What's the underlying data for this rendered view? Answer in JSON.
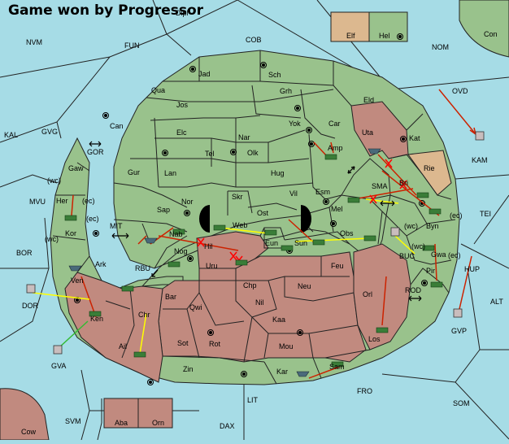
{
  "title": "Game won by Progressor",
  "colors": {
    "sea": "#a6dce6",
    "green_land": "#99c28c",
    "brown_land": "#c18a7f",
    "tan_land": "#dcb88f",
    "border": "#222222",
    "move_arrow": "#cc2200",
    "support_line": "#ffff00",
    "convoy_line": "#33bb33",
    "failed_mark": "#ff0000"
  },
  "map_labels": {
    "dipl": "Dipl",
    "nvm": "NVM",
    "fun": "FUN",
    "cob": "COB",
    "nom": "NOM",
    "con": "Con",
    "elf": "Elf",
    "hel": "Hel",
    "jad": "Jad",
    "sch": "Sch",
    "qua": "Qua",
    "jos": "Jos",
    "grh": "Grh",
    "eld": "Eld",
    "ovd": "OVD",
    "can": "Can",
    "elc": "Elc",
    "nar": "Nar",
    "yok": "Yok",
    "car": "Car",
    "uta": "Uta",
    "kat": "Kat",
    "kam": "KAM",
    "kal": "KAL",
    "gvg": "GVG",
    "gor": "GOR",
    "tel": "Tel",
    "olk": "Olk",
    "amp": "Amp",
    "rie": "Rie",
    "gur": "Gur",
    "lan": "Lan",
    "hug": "Hug",
    "gaw": "Gaw",
    "wc1": "(wc)",
    "ec1": "(ec)",
    "her": "Her",
    "mvu": "MVU",
    "nor": "Nor",
    "skr": "Skr",
    "vil": "Vil",
    "esm": "Esm",
    "sma": "SMA",
    "bri": "Bri",
    "sap": "Sap",
    "ost": "Ost",
    "mel": "Mel",
    "tei": "TEI",
    "ec2": "(ec)",
    "kor": "Kor",
    "mit": "MIT",
    "web": "Web",
    "byn": "Byn",
    "wc2": "(wc)",
    "ec3": "(ec)",
    "nab": "Nab",
    "eun": "Eun",
    "obs": "Obs",
    "wc3": "(wc)",
    "sun": "Sun",
    "bor": "BOR",
    "hil": "Hil",
    "nog": "Nog",
    "buc": "BUC",
    "wc4": "(wc)",
    "gwa": "Gwa",
    "ec4": "(ec)",
    "hup": "HUP",
    "ark": "Ark",
    "rbu": "RBU",
    "uru": "Uru",
    "feu": "Feu",
    "pir": "Pir",
    "ven": "Ven",
    "dor": "DOR",
    "chp": "Chp",
    "neu": "Neu",
    "rod": "ROD",
    "bar": "Bar",
    "qwi": "Qwi",
    "nil": "Nil",
    "orl": "Orl",
    "alt": "ALT",
    "ken": "Ken",
    "chr": "Chr",
    "kaa": "Kaa",
    "gvp": "GVP",
    "los": "Los",
    "ail": "Ail",
    "sot": "Sot",
    "rot": "Rot",
    "mou": "Mou",
    "gva": "GVA",
    "zin": "Zin",
    "sam": "Sam",
    "kar": "Kar",
    "fro": "FRO",
    "lit": "LIT",
    "som": "SOM",
    "aba": "Aba",
    "orn": "Orn",
    "svm": "SVM",
    "dax": "DAX",
    "cow": "Cow"
  }
}
